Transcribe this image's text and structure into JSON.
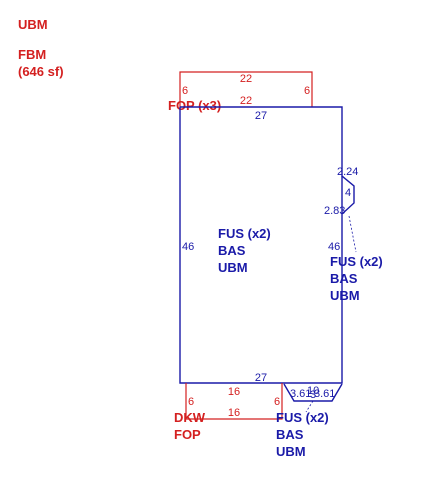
{
  "header": {
    "line1": "UBM",
    "line2": "FBM",
    "line3": "(646 sf)"
  },
  "top_porch": {
    "label": "FOP (x3)",
    "dim_top": "22",
    "dim_inner": "22",
    "dim_left": "6",
    "dim_right": "6"
  },
  "main_structure": {
    "label_line1": "FUS (x2)",
    "label_line2": "BAS",
    "label_line3": "UBM",
    "dim_top": "27",
    "dim_bottom": "27",
    "dim_left": "46",
    "dim_right": "46"
  },
  "bay_window": {
    "dim_a": "2.24",
    "dim_b": "4",
    "dim_c": "2.83"
  },
  "side_label": {
    "line1": "FUS (x2)",
    "line2": "BAS",
    "line3": "UBM"
  },
  "bottom_deck": {
    "label_line1": "DKW",
    "label_line2": "FOP",
    "dim_top": "16",
    "dim_bottom": "16",
    "dim_left": "6",
    "dim_right": "6"
  },
  "bottom_bay": {
    "dim_left": "3.61",
    "dim_top": "10",
    "dim_mid": "3",
    "dim_right": "3.61"
  },
  "bottom_label": {
    "line1": "FUS (x2)",
    "line2": "BAS",
    "line3": "UBM"
  },
  "colors": {
    "red": "#d42020",
    "blue": "#1a1aa8"
  }
}
